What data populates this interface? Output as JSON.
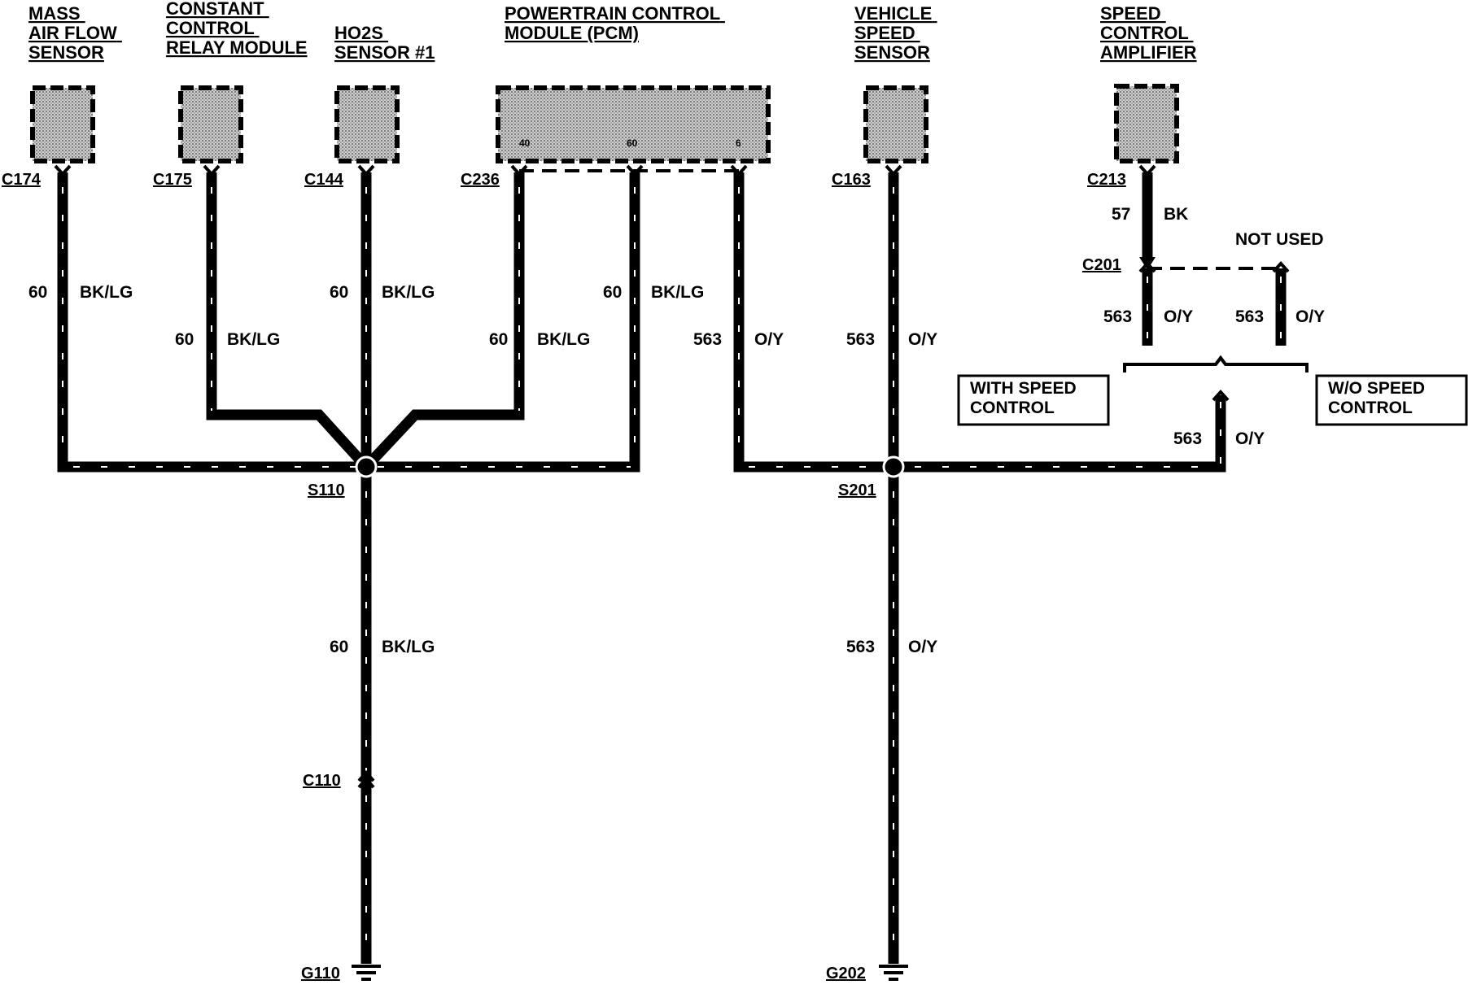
{
  "components": {
    "maf": [
      "MASS",
      "AIR FLOW",
      "SENSOR"
    ],
    "ccrm": [
      "CONSTANT",
      "CONTROL",
      "RELAY MODULE"
    ],
    "ho2s": [
      "HO2S",
      "SENSOR #1"
    ],
    "pcm": [
      "POWERTRAIN CONTROL",
      "MODULE (PCM)"
    ],
    "vss": [
      "VEHICLE",
      "SPEED",
      "SENSOR"
    ],
    "sca": [
      "SPEED",
      "CONTROL",
      "AMPLIFIER"
    ]
  },
  "pcm_pins": [
    "40",
    "60",
    "6"
  ],
  "connectors": {
    "c174": "C174",
    "c175": "C175",
    "c144": "C144",
    "c236": "C236",
    "c163": "C163",
    "c213": "C213",
    "c201": "C201",
    "c110": "C110"
  },
  "splices": {
    "s110": "S110",
    "s201": "S201"
  },
  "grounds": {
    "g110": "G110",
    "g202": "G202"
  },
  "circuits": {
    "c60": "60",
    "c563": "563",
    "c57": "57",
    "bklg": "BK/LG",
    "oy": "O/Y",
    "bk": "BK"
  },
  "notes": {
    "not_used": "NOT USED",
    "with_speed_control": [
      "WITH SPEED",
      "CONTROL"
    ],
    "without_speed_control": [
      "W/O SPEED",
      "CONTROL"
    ]
  }
}
